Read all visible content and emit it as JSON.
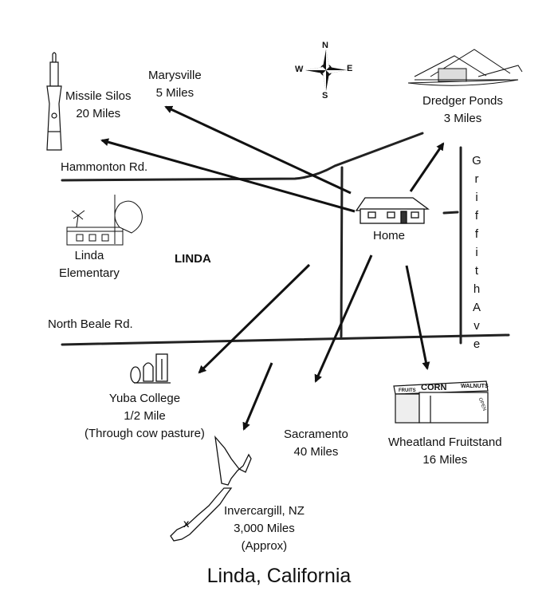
{
  "title": "Linda, California",
  "town": "LINDA",
  "compass": {
    "n": "N",
    "s": "S",
    "e": "E",
    "w": "W"
  },
  "roads": {
    "hammonton": "Hammonton Rd.",
    "north_beale": "North Beale Rd.",
    "griffith_letters": [
      "G",
      "r",
      "i",
      "f",
      "f",
      "i",
      "t",
      "h",
      "A",
      "v",
      "e"
    ]
  },
  "places": {
    "home": "Home",
    "missile_silos": [
      "Missile Silos",
      "20 Miles"
    ],
    "marysville": [
      "Marysville",
      "5 Miles"
    ],
    "dredger_ponds": [
      "Dredger Ponds",
      "3 Miles"
    ],
    "linda_elementary": [
      "Linda",
      "Elementary"
    ],
    "yuba_college": [
      "Yuba College",
      "1/2 Mile",
      "(Through cow pasture)"
    ],
    "sacramento": [
      "Sacramento",
      "40 Miles"
    ],
    "wheatland": [
      "Wheatland Fruitstand",
      "16 Miles"
    ],
    "invercargill": [
      "Invercargill, NZ",
      "3,000 Miles",
      "(Approx)"
    ]
  },
  "sketch_text": {
    "corn": "CORN",
    "walnuts": "WALNUTS",
    "fruits": "FRUITS",
    "open": "OPEN",
    "nz_marker": "X"
  },
  "colors": {
    "ink": "#111111",
    "paper": "#ffffff"
  }
}
